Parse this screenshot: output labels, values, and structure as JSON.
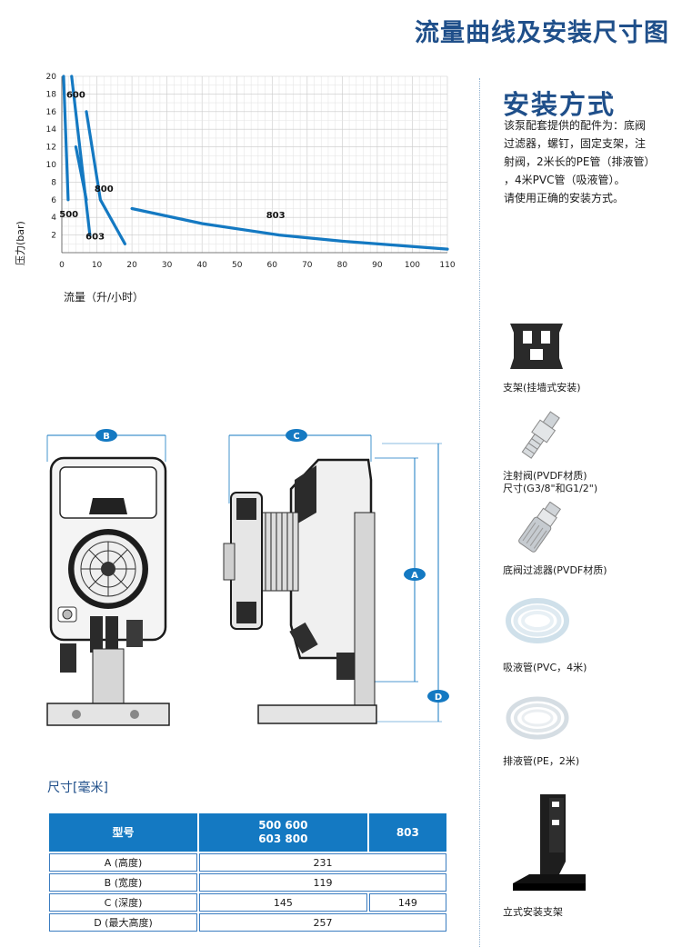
{
  "header": {
    "title": "流量曲线及安装尺寸图"
  },
  "chart_data": {
    "type": "line",
    "xlabel": "流量（升/小时）",
    "ylabel": "压力(bar)",
    "xlim": [
      0,
      110
    ],
    "ylim": [
      0,
      20
    ],
    "x_ticks": [
      "0",
      "10",
      "20",
      "30",
      "40",
      "50",
      "60",
      "70",
      "80",
      "90",
      "100",
      "110"
    ],
    "y_ticks": [
      "2",
      "4",
      "6",
      "8",
      "10",
      "12",
      "14",
      "16",
      "18",
      "20"
    ],
    "grid": true,
    "series": [
      {
        "name": "500",
        "points": [
          [
            0.5,
            20
          ],
          [
            1.8,
            6
          ]
        ]
      },
      {
        "name": "600",
        "points": [
          [
            2.8,
            20
          ],
          [
            8,
            2
          ]
        ]
      },
      {
        "name": "603",
        "points": [
          [
            4,
            12
          ],
          [
            7,
            6
          ]
        ]
      },
      {
        "name": "800",
        "points": [
          [
            7,
            16
          ],
          [
            11,
            6
          ],
          [
            18,
            1
          ]
        ]
      },
      {
        "name": "803",
        "points": [
          [
            20,
            5
          ],
          [
            40,
            3.3
          ],
          [
            62,
            2
          ],
          [
            80,
            1.3
          ],
          [
            110,
            0.4
          ]
        ]
      }
    ]
  },
  "install": {
    "title": "安装方式",
    "lines": [
      "该泵配套提供的配件为：底阀",
      "过滤器，螺钉，固定支架，注",
      "射阀，2米长的PE管（排液管）",
      "，4米PVC管（吸液管）。",
      "请使用正确的安装方式。"
    ],
    "accessories": [
      {
        "label": "支架(挂墙式安装)",
        "icon": "wall-bracket-icon"
      },
      {
        "label": "注射阀(PVDF材质)\n尺寸(G3/8\"和G1/2\")",
        "icon": "injection-valve-icon"
      },
      {
        "label": "底阀过滤器(PVDF材质)",
        "icon": "foot-valve-filter-icon"
      },
      {
        "label": "吸液管(PVC，4米)",
        "icon": "suction-tube-icon"
      },
      {
        "label": "排液管(PE，2米)",
        "icon": "discharge-tube-icon"
      },
      {
        "label": "立式安装支架",
        "icon": "stand-bracket-icon"
      }
    ]
  },
  "drawing": {
    "dim_b": "B",
    "dim_c": "C",
    "dim_a": "A",
    "dim_d": "D"
  },
  "dims_table": {
    "title": "尺寸[毫米]",
    "header": {
      "col1": "型号",
      "col2_line1": "500 600",
      "col2_line2": "603 800",
      "col3": "803"
    },
    "rows": [
      {
        "label": "A (高度)",
        "value": "231"
      },
      {
        "label": "B (宽度)",
        "value": "119"
      },
      {
        "label": "C (深度)",
        "value_a": "145",
        "value_b": "149"
      },
      {
        "label": "D (最大高度)",
        "value": "257"
      }
    ]
  }
}
